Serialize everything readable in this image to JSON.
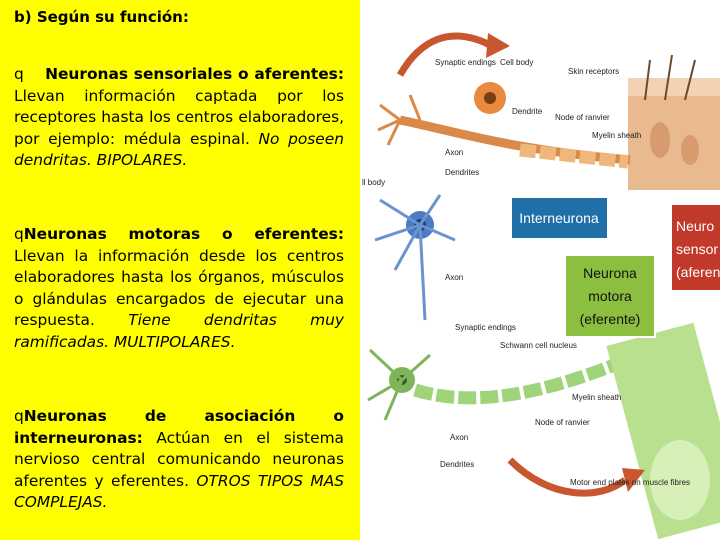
{
  "slide": {
    "heading": "b) Según su función:",
    "bullet_glyph": "q",
    "items": [
      {
        "lead": "Neuronas sensoriales o aferentes:",
        "text": " Llevan información captada por los receptores hasta los centros elaboradores, por ejemplo: médula espinal. ",
        "italic": "No poseen dendritas. BIPOLARES."
      },
      {
        "lead": "Neuronas motoras o eferentes:",
        "text": " Llevan la información desde los centros elaboradores hasta los órganos, músculos o glándulas encargados de ejecutar una respuesta. ",
        "italic": "Tiene dendritas muy ramificadas. MULTIPOLARES."
      },
      {
        "lead": "Neuronas de asociación o interneuronas:",
        "text": " Actúan en el sistema nervioso central comunicando neuronas aferentes y eferentes. ",
        "italic": "OTROS TIPOS MAS COMPLEJAS."
      }
    ]
  },
  "diagram": {
    "labels": {
      "synaptic_endings_top": "Synaptic endings",
      "cell_body_top": "Cell body",
      "skin_receptors": "Skin receptors",
      "dendrite": "Dendrite",
      "node_of_ranvier_top": "Node of ranvier",
      "myelin_sheath_top": "Myelin sheath",
      "axon_top": "Axon",
      "dendrites_top": "Dendrites",
      "cell_body_left": "ll body",
      "axon_mid": "Axon",
      "synaptic_endings_mid": "Synaptic endings",
      "schwann": "Schwann cell nucleus",
      "myelin_sheath_bottom": "Myelin sheath",
      "node_of_ranvier_bottom": "Node of ranvier",
      "axon_bottom": "Axon",
      "motor_end_plates": "Motor end plates on muscle fibres",
      "dendrites_bottom": "Dendrites"
    },
    "interneurona": "Interneurona",
    "motora": [
      "Neurona",
      "motora",
      "(eferente)"
    ],
    "sensory_cut": [
      "Neuro",
      "sensor",
      "(aferen"
    ],
    "colors": {
      "background_left": "#ffff00",
      "interneurona_box": "#1f6fa8",
      "motora_box": "#8cbf3f",
      "sensory_box": "#c0392b",
      "arrow": "#c8562e"
    }
  }
}
